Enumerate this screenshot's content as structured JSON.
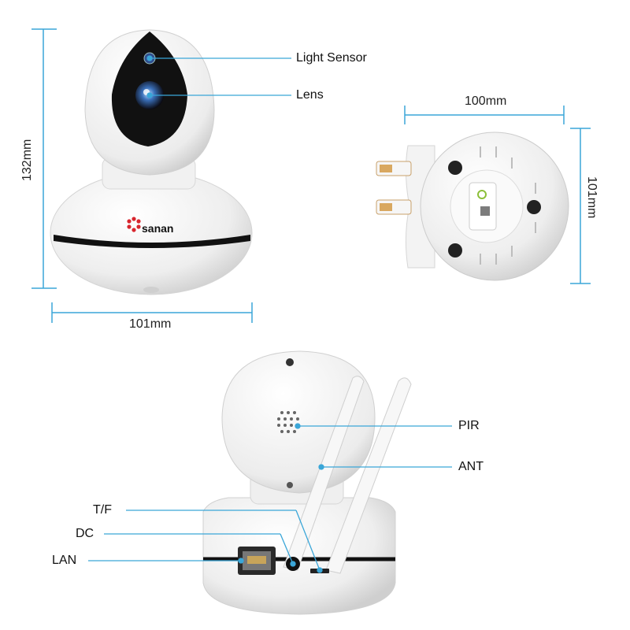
{
  "brand": "sanan",
  "colors": {
    "dimension_line": "#3aa6d8",
    "callout_line": "#3aa6d8",
    "callout_dot": "#3aa6d8",
    "body_white": "#f4f4f4",
    "black_band": "#111111"
  },
  "front_view": {
    "callouts": {
      "light_sensor": "Light Sensor",
      "lens": "Lens"
    },
    "height_label": "132mm",
    "width_label": "101mm"
  },
  "bottom_view": {
    "width_label": "100mm",
    "height_label": "101mm"
  },
  "rear_view": {
    "callouts": {
      "pir": "PIR",
      "ant": "ANT",
      "tf": "T/F",
      "dc": "DC",
      "lan": "LAN"
    }
  }
}
